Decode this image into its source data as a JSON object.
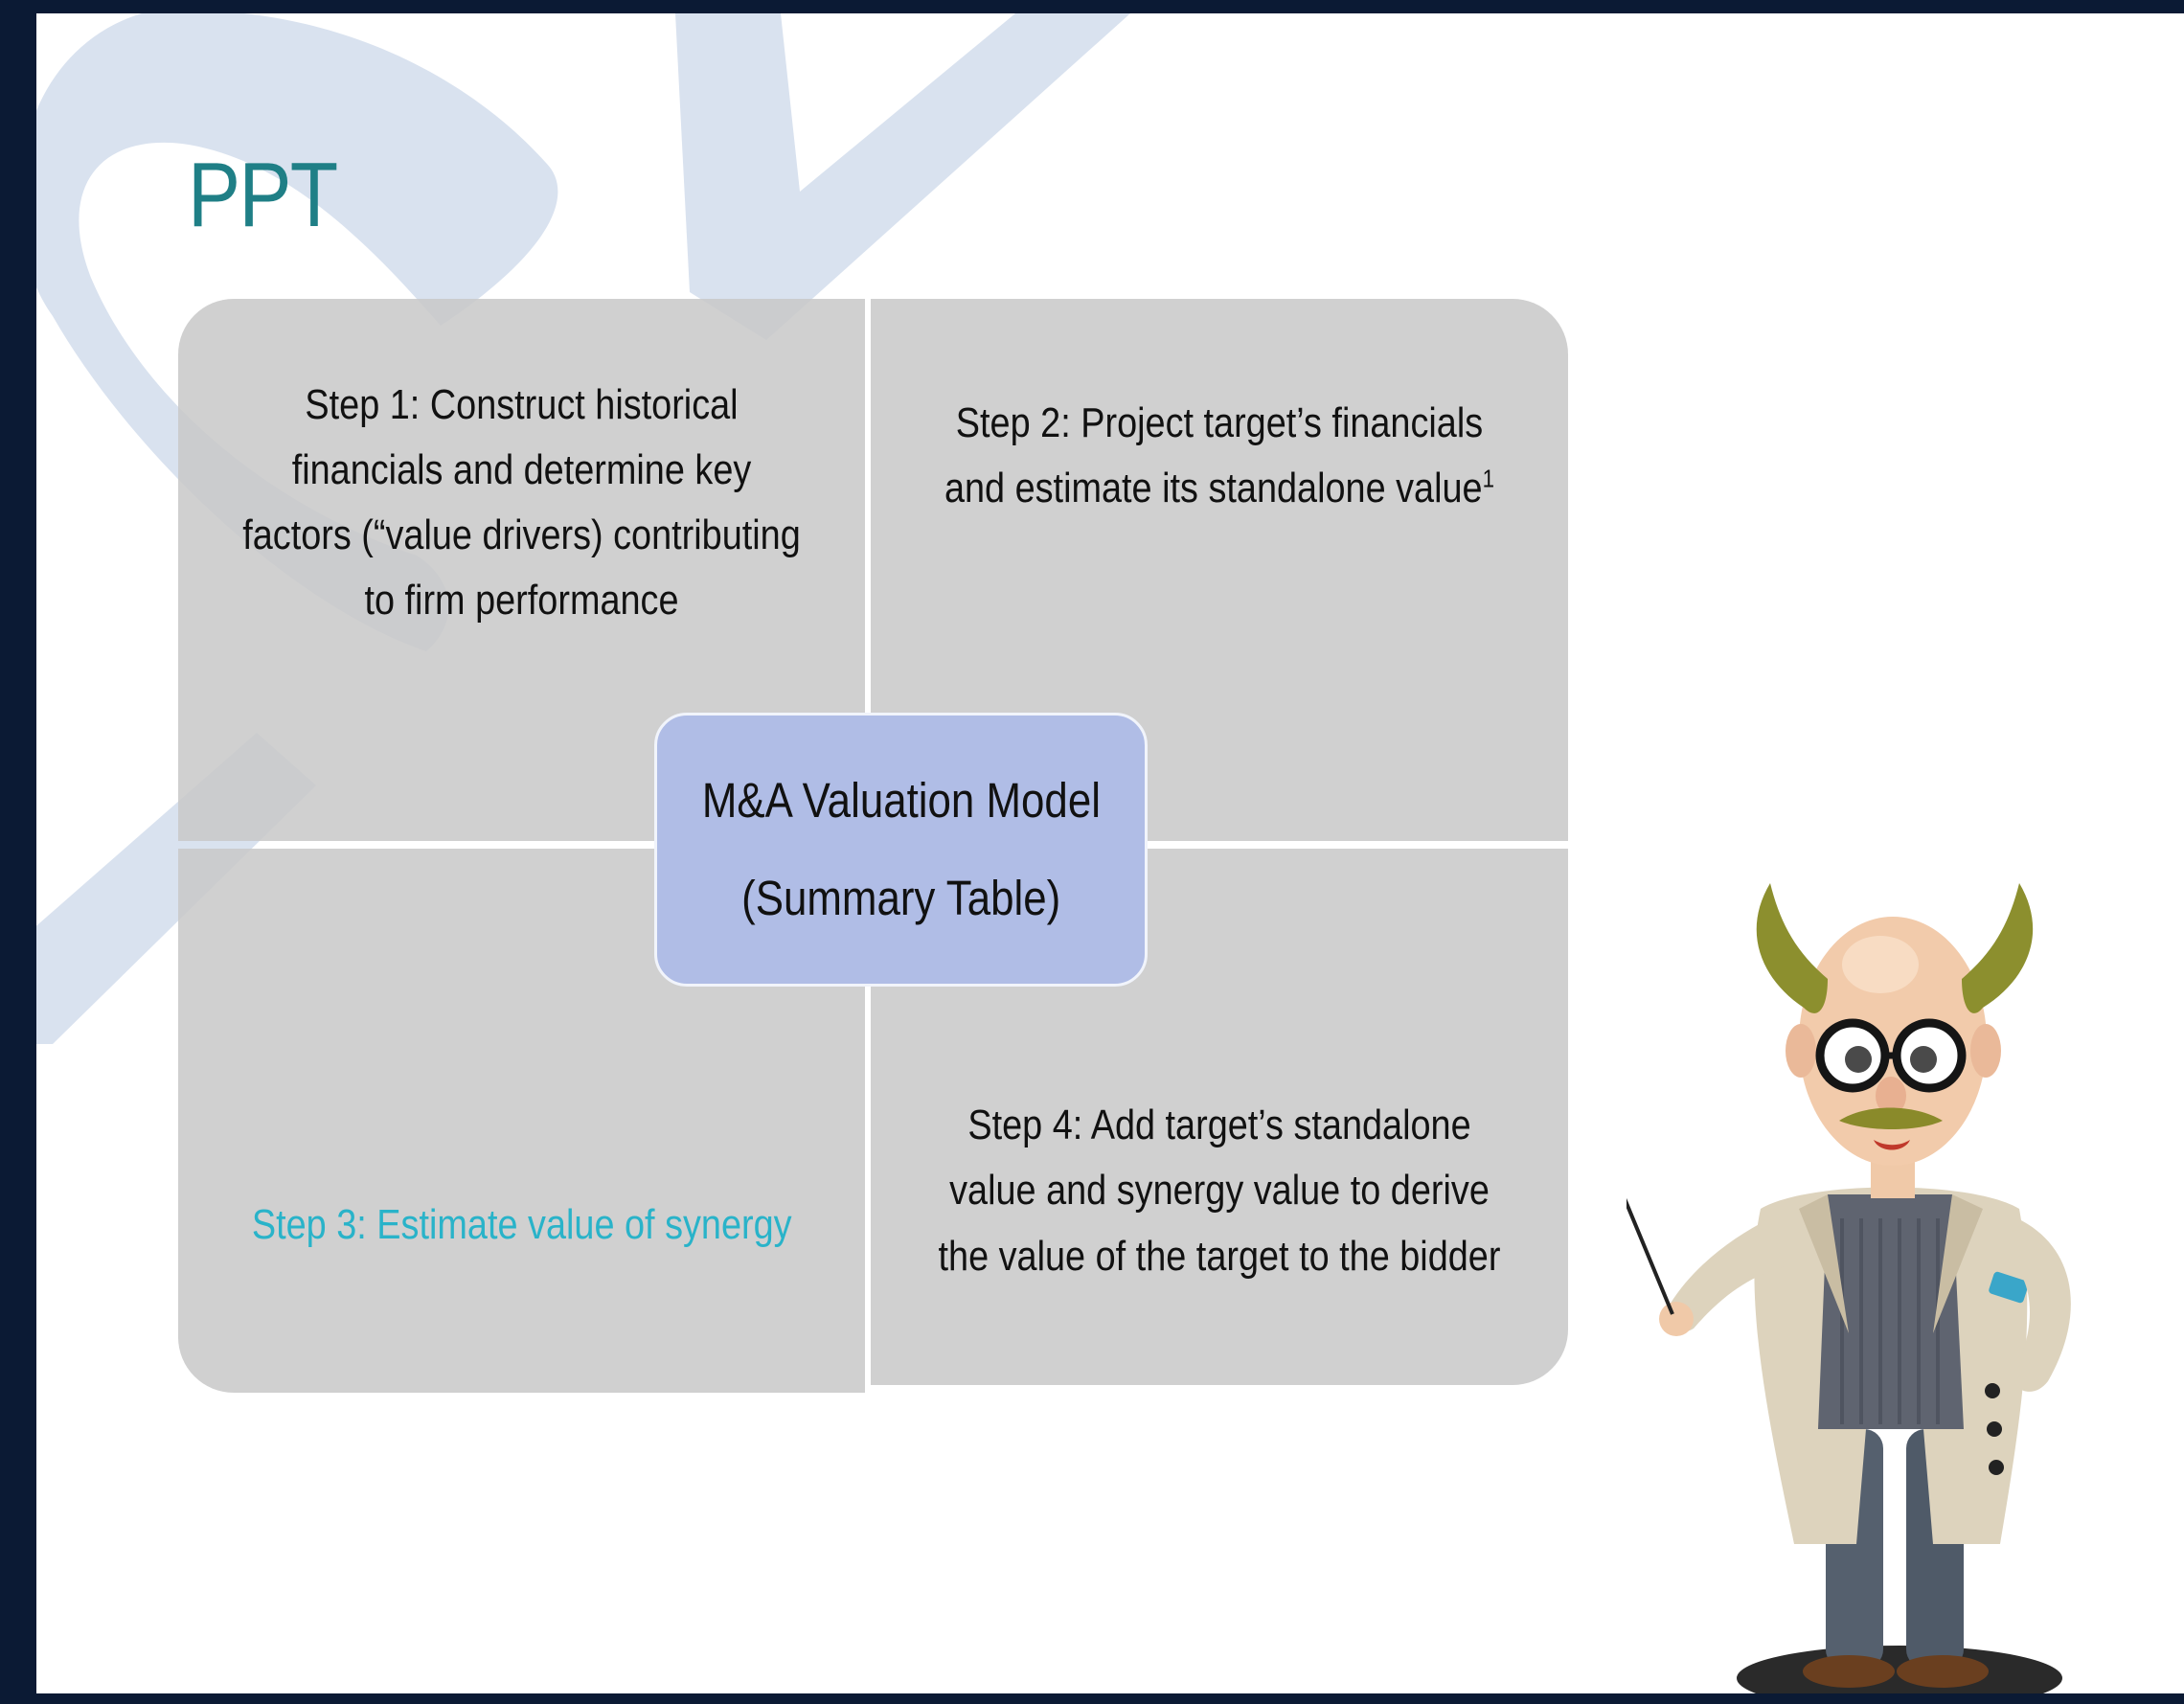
{
  "slide": {
    "title": "PPT",
    "colors": {
      "title": "#1f7f86",
      "frame": "#0b1a34",
      "panel": "#c8c8c8",
      "center_box": "#b0bde6",
      "highlight_step": "#29b3c9",
      "decoration": "#dbe3ef"
    },
    "diagram": {
      "center": {
        "line1": "M&A Valuation Model",
        "line2": "(Summary Table)"
      },
      "steps": [
        {
          "text": "Step 1: Construct historical financials and determine key factors (“value drivers) contributing to firm performance"
        },
        {
          "text": "Step 2: Project target’s financials and estimate its standalone value",
          "footnote": "1"
        },
        {
          "text": "Step 3: Estimate value of synergy",
          "highlighted": true
        },
        {
          "text": "Step 4: Add target’s standalone value and synergy value to derive the value of the target to the bidder"
        }
      ]
    },
    "presenter": {
      "icon": "professor-mascot-icon"
    }
  }
}
